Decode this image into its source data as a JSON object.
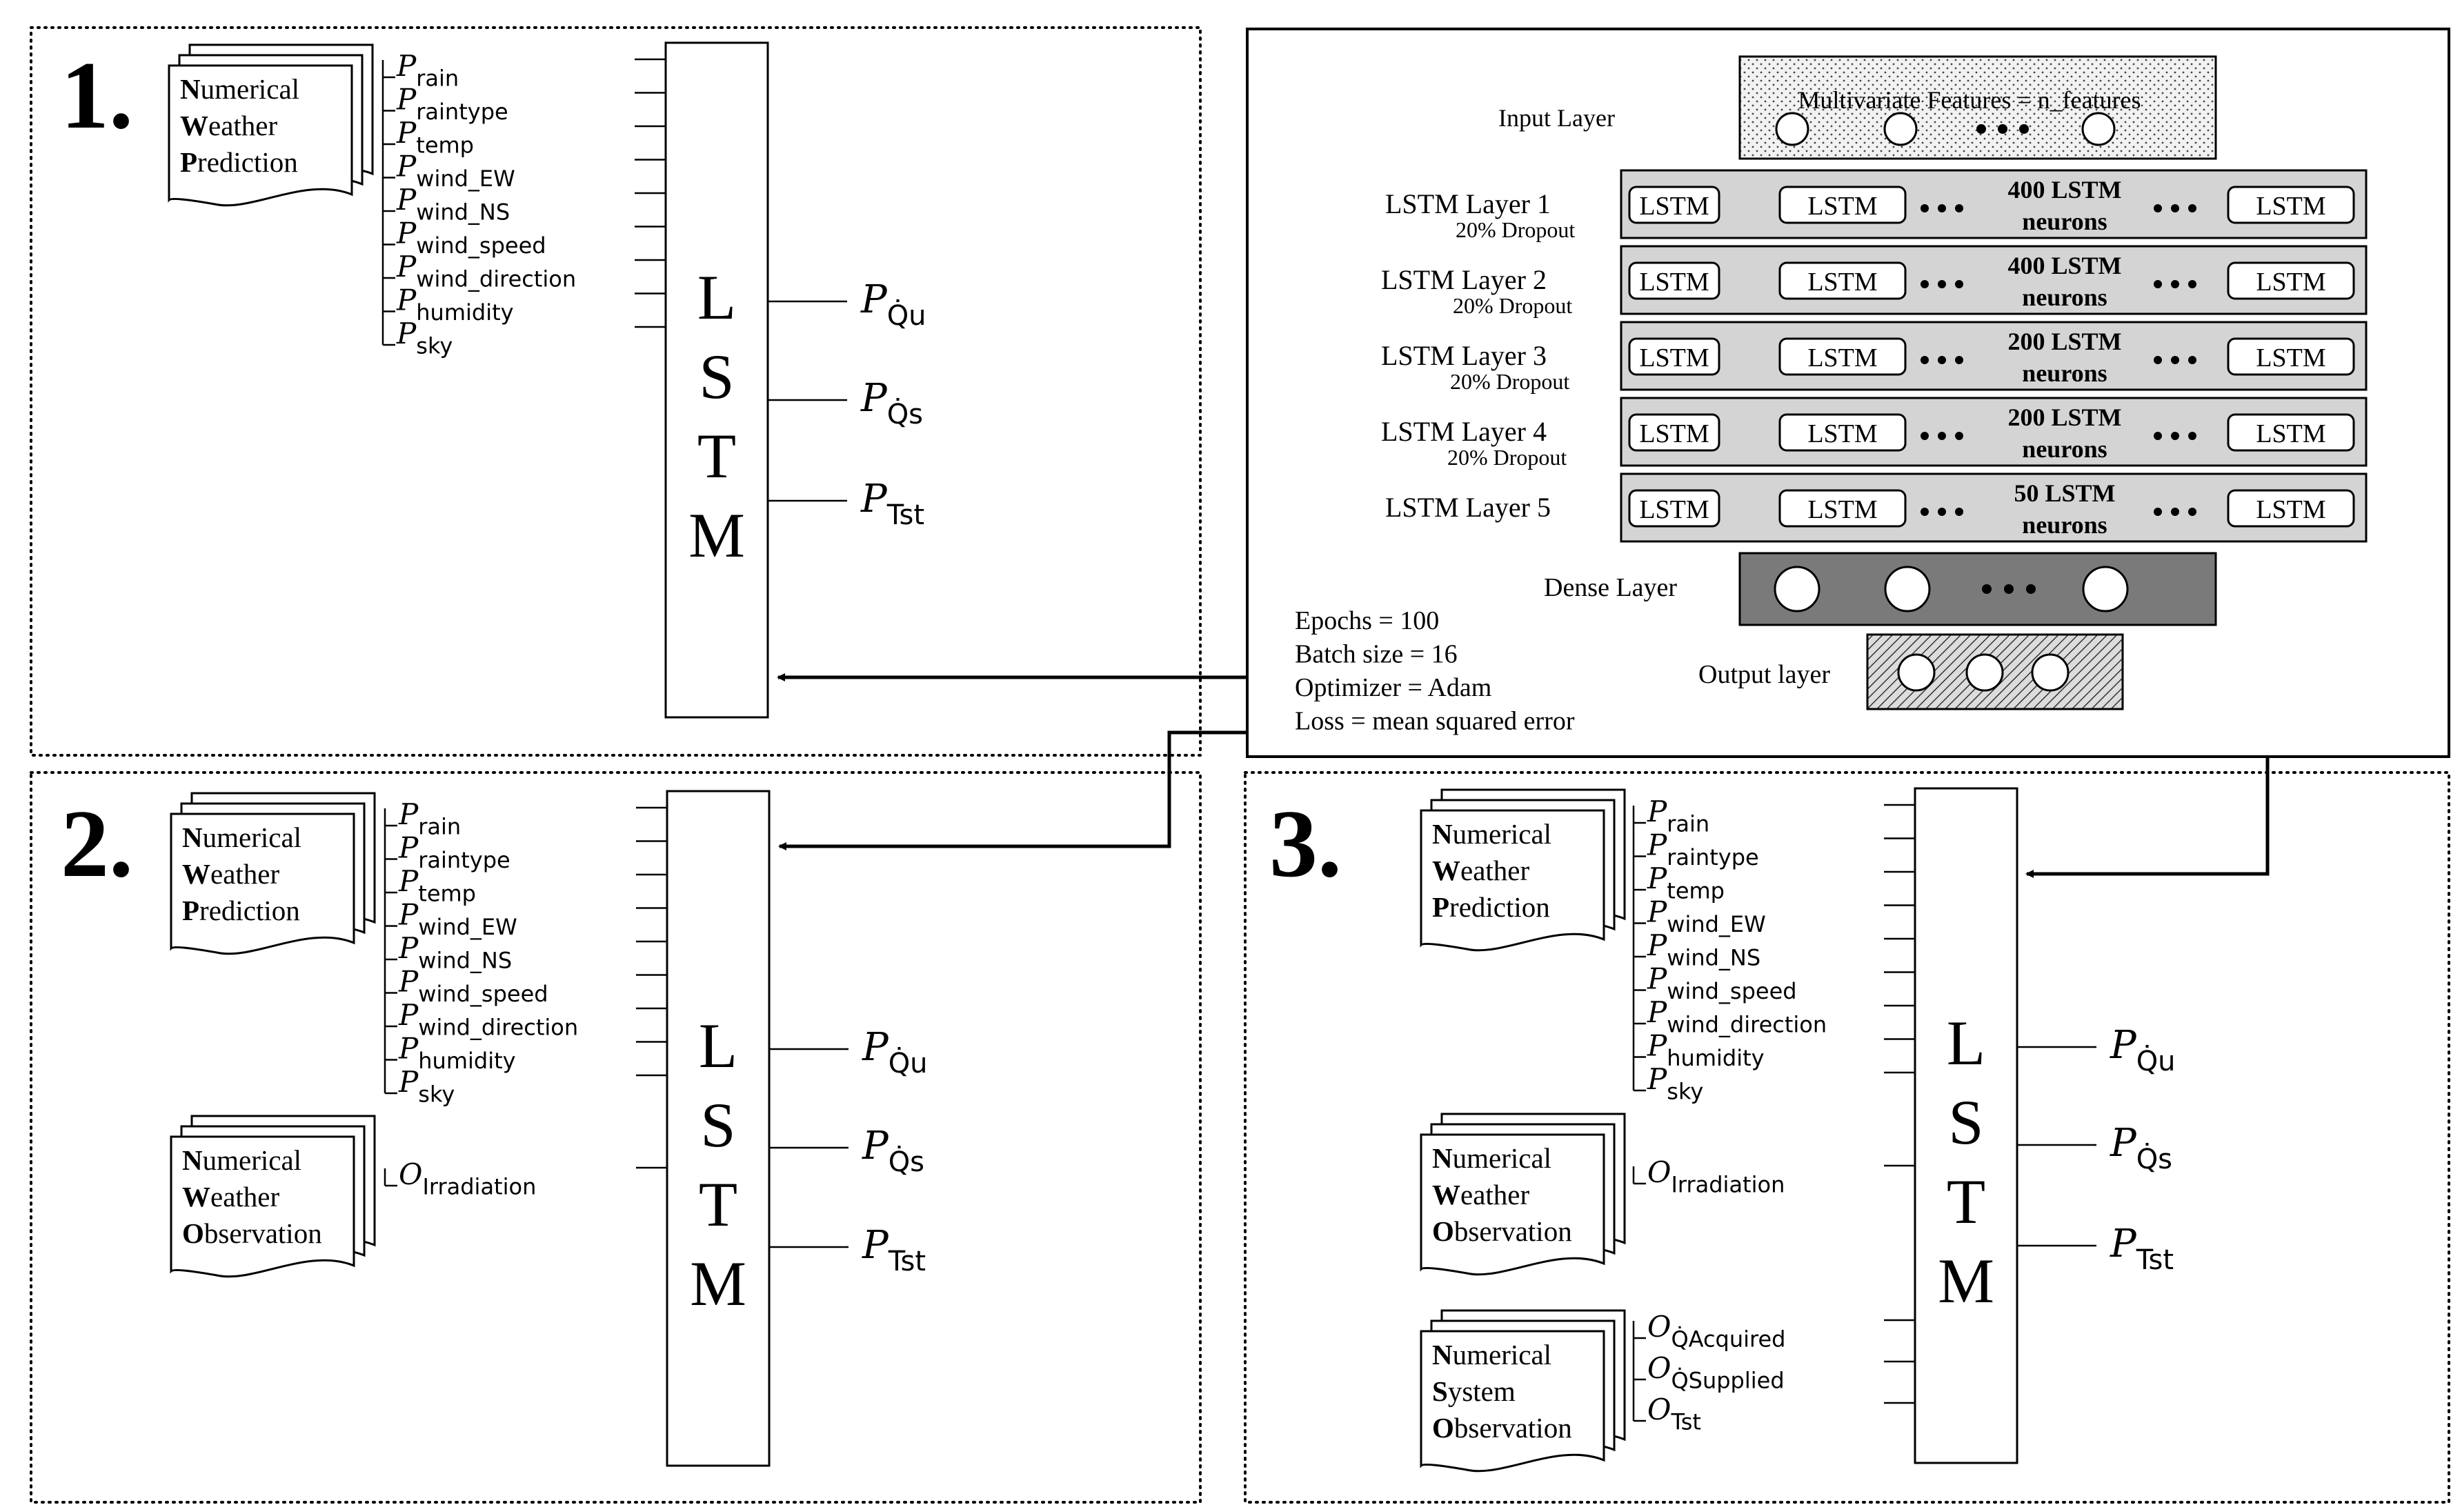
{
  "panels": [
    {
      "number": "1.",
      "doc_groups": [
        {
          "lines": [
            {
              "initial": "N",
              "rest": "umerical"
            },
            {
              "initial": "W",
              "rest": "eather"
            },
            {
              "initial": "P",
              "rest": "rediction"
            }
          ],
          "features": [
            {
              "sym": "P",
              "sub": "rain"
            },
            {
              "sym": "P",
              "sub": "raintype"
            },
            {
              "sym": "P",
              "sub": "temp"
            },
            {
              "sym": "P",
              "sub": "wind_EW"
            },
            {
              "sym": "P",
              "sub": "wind_NS"
            },
            {
              "sym": "P",
              "sub": "wind_speed"
            },
            {
              "sym": "P",
              "sub": "wind_direction"
            },
            {
              "sym": "P",
              "sub": "humidity"
            },
            {
              "sym": "P",
              "sub": "sky"
            }
          ]
        }
      ],
      "lstm_letters": [
        "L",
        "S",
        "T",
        "M"
      ],
      "outputs": [
        {
          "sym": "P",
          "sub": "Q̇u"
        },
        {
          "sym": "P",
          "sub": "Q̇s"
        },
        {
          "sym": "P",
          "sub": "Tst"
        }
      ]
    },
    {
      "number": "2.",
      "doc_groups": [
        {
          "lines": [
            {
              "initial": "N",
              "rest": "umerical"
            },
            {
              "initial": "W",
              "rest": "eather"
            },
            {
              "initial": "P",
              "rest": "rediction"
            }
          ],
          "features": [
            {
              "sym": "P",
              "sub": "rain"
            },
            {
              "sym": "P",
              "sub": "raintype"
            },
            {
              "sym": "P",
              "sub": "temp"
            },
            {
              "sym": "P",
              "sub": "wind_EW"
            },
            {
              "sym": "P",
              "sub": "wind_NS"
            },
            {
              "sym": "P",
              "sub": "wind_speed"
            },
            {
              "sym": "P",
              "sub": "wind_direction"
            },
            {
              "sym": "P",
              "sub": "humidity"
            },
            {
              "sym": "P",
              "sub": "sky"
            }
          ]
        },
        {
          "lines": [
            {
              "initial": "N",
              "rest": "umerical"
            },
            {
              "initial": "W",
              "rest": "eather"
            },
            {
              "initial": "O",
              "rest": "bservation"
            }
          ],
          "features": [
            {
              "sym": "O",
              "sub": "Irradiation"
            }
          ]
        }
      ],
      "lstm_letters": [
        "L",
        "S",
        "T",
        "M"
      ],
      "outputs": [
        {
          "sym": "P",
          "sub": "Q̇u"
        },
        {
          "sym": "P",
          "sub": "Q̇s"
        },
        {
          "sym": "P",
          "sub": "Tst"
        }
      ]
    },
    {
      "number": "3.",
      "doc_groups": [
        {
          "lines": [
            {
              "initial": "N",
              "rest": "umerical"
            },
            {
              "initial": "W",
              "rest": "eather"
            },
            {
              "initial": "P",
              "rest": "rediction"
            }
          ],
          "features": [
            {
              "sym": "P",
              "sub": "rain"
            },
            {
              "sym": "P",
              "sub": "raintype"
            },
            {
              "sym": "P",
              "sub": "temp"
            },
            {
              "sym": "P",
              "sub": "wind_EW"
            },
            {
              "sym": "P",
              "sub": "wind_NS"
            },
            {
              "sym": "P",
              "sub": "wind_speed"
            },
            {
              "sym": "P",
              "sub": "wind_direction"
            },
            {
              "sym": "P",
              "sub": "humidity"
            },
            {
              "sym": "P",
              "sub": "sky"
            }
          ]
        },
        {
          "lines": [
            {
              "initial": "N",
              "rest": "umerical"
            },
            {
              "initial": "W",
              "rest": "eather"
            },
            {
              "initial": "O",
              "rest": "bservation"
            }
          ],
          "features": [
            {
              "sym": "O",
              "sub": "Irradiation"
            }
          ]
        },
        {
          "lines": [
            {
              "initial": "N",
              "rest": "umerical"
            },
            {
              "initial": "S",
              "rest": "ystem"
            },
            {
              "initial": "O",
              "rest": "bservation"
            }
          ],
          "features": [
            {
              "sym": "O",
              "sub": "Q̇Acquired"
            },
            {
              "sym": "O",
              "sub": "Q̇Supplied"
            },
            {
              "sym": "O",
              "sub": "Tst"
            }
          ]
        }
      ],
      "lstm_letters": [
        "L",
        "S",
        "T",
        "M"
      ],
      "outputs": [
        {
          "sym": "P",
          "sub": "Q̇u"
        },
        {
          "sym": "P",
          "sub": "Q̇s"
        },
        {
          "sym": "P",
          "sub": "Tst"
        }
      ]
    }
  ],
  "architecture": {
    "input_layer_label": "Input Layer",
    "input_features_text": "Multivariate Features = n_features",
    "cell_label": "LSTM",
    "lstm_layers": [
      {
        "name": "LSTM Layer 1",
        "dropout": "20% Dropout",
        "count": "400 LSTM",
        "unit": "neurons"
      },
      {
        "name": "LSTM Layer 2",
        "dropout": "20% Dropout",
        "count": "400 LSTM",
        "unit": "neurons"
      },
      {
        "name": "LSTM Layer 3",
        "dropout": "20% Dropout",
        "count": "200 LSTM",
        "unit": "neurons"
      },
      {
        "name": "LSTM Layer 4",
        "dropout": "20% Dropout",
        "count": "200 LSTM",
        "unit": "neurons"
      },
      {
        "name": "LSTM Layer 5",
        "dropout": "",
        "count": "50 LSTM",
        "unit": "neurons"
      }
    ],
    "dense_layer_label": "Dense Layer",
    "output_layer_label": "Output layer",
    "hyperparameters": [
      "Epochs = 100",
      "Batch size = 16",
      "Optimizer = Adam",
      "Loss = mean squared error"
    ]
  },
  "colors": {
    "ink": "#000000",
    "layer_fill": "#d4d4d4",
    "dense_fill": "#7a7a7a",
    "input_fill": "#ededed"
  }
}
